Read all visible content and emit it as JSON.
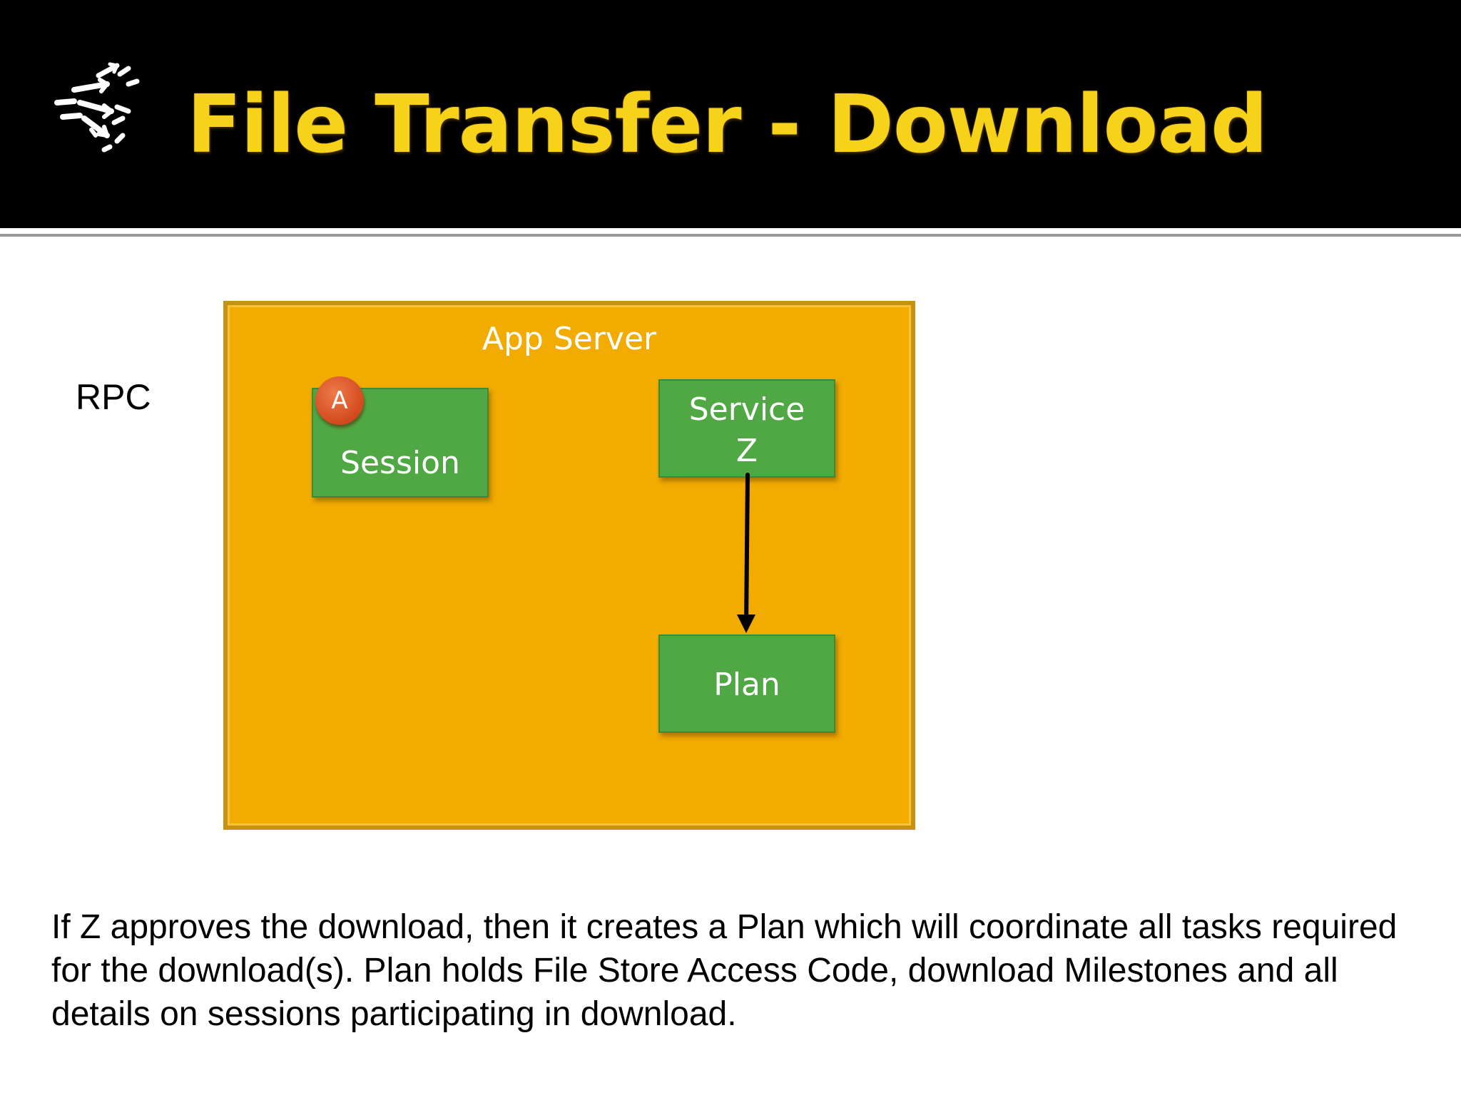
{
  "slide": {
    "title": "File Transfer - Download",
    "logo_icon": "scattered-arrows-icon",
    "colors": {
      "header_background": "#000000",
      "title": "#f7d21a",
      "app_server_fill": "#f2ab00",
      "component_fill": "#50a845",
      "badge_fill": "#d24a1e"
    }
  },
  "diagram": {
    "side_label": "RPC",
    "container": {
      "label": "App Server"
    },
    "nodes": {
      "session": {
        "label": "Session"
      },
      "service": {
        "label_line1": "Service",
        "label_line2": "Z"
      },
      "plan": {
        "label": "Plan"
      }
    },
    "badge": {
      "label": "A"
    },
    "edges": [
      {
        "from": "service",
        "to": "plan",
        "type": "arrow"
      }
    ]
  },
  "caption": "If Z approves the download, then it creates a Plan which will coordinate all tasks required for the download(s). Plan holds File Store Access Code, download Milestones and all details on sessions participating in download."
}
